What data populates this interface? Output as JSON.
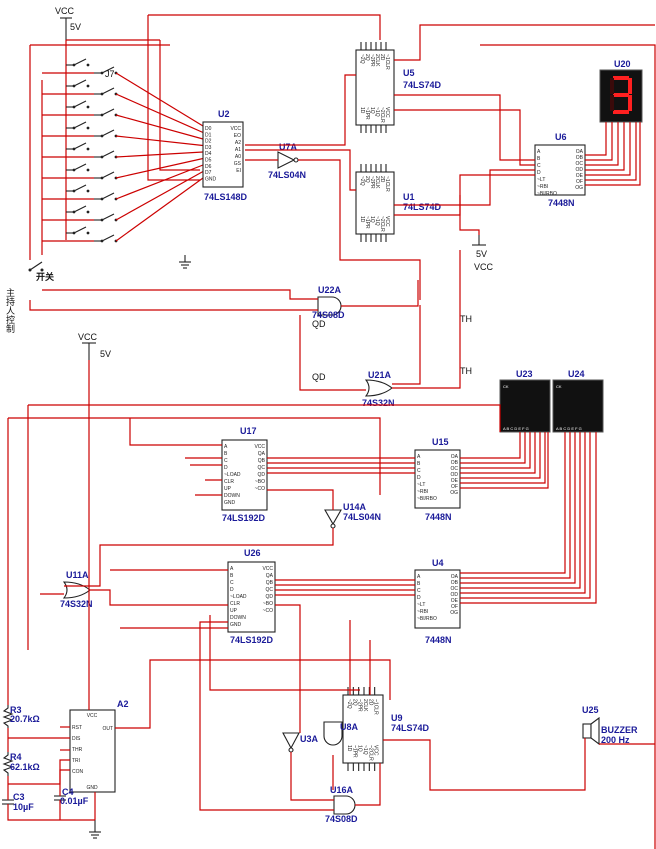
{
  "labels": {
    "vcc_top": "VCC",
    "v5_top": "5V",
    "vcc_mid": "VCC",
    "v5_mid": "5V",
    "v5_right": "5V",
    "vcc_right": "VCC",
    "switch_name": "开关",
    "host_control": "主持人控制",
    "th1": "TH",
    "th2": "TH",
    "qd1": "QD",
    "qd2": "QD"
  },
  "components": {
    "u2": {
      "ref": "U2",
      "part": "74LS148D"
    },
    "u7a": {
      "ref": "U7A",
      "part": "74LS04N"
    },
    "u5": {
      "ref": "U5",
      "part": "74LS74D"
    },
    "u1": {
      "ref": "U1",
      "part": "74LS74D"
    },
    "u6": {
      "ref": "U6",
      "part": "7448N"
    },
    "u20": {
      "ref": "U20",
      "digit": "3"
    },
    "u22a": {
      "ref": "U22A",
      "part": "74S08D"
    },
    "u21a": {
      "ref": "U21A",
      "part": "74S32N"
    },
    "u23": {
      "ref": "U23"
    },
    "u24": {
      "ref": "U24"
    },
    "u17": {
      "ref": "U17",
      "part": "74LS192D"
    },
    "u15": {
      "ref": "U15",
      "part": "7448N"
    },
    "u14a": {
      "ref": "U14A",
      "part": "74LS04N"
    },
    "u11a": {
      "ref": "U11A",
      "part": "74S32N"
    },
    "u26": {
      "ref": "U26",
      "part": "74LS192D"
    },
    "u4": {
      "ref": "U4",
      "part": "7448N"
    },
    "a2": {
      "ref": "A2"
    },
    "u9": {
      "ref": "U9",
      "part": "74LS74D"
    },
    "u8a": {
      "ref": "U8A"
    },
    "u3a": {
      "ref": "U3A"
    },
    "u16a": {
      "ref": "U16A",
      "part": "74S08D"
    },
    "u25": {
      "ref": "U25",
      "part": "BUZZER",
      "freq": "200 Hz"
    },
    "r3": {
      "ref": "R3",
      "value": "20.7kΩ"
    },
    "r4": {
      "ref": "R4",
      "value": "62.1kΩ"
    },
    "c3": {
      "ref": "C3",
      "value": "10µF"
    },
    "c4": {
      "ref": "C4",
      "value": "0.01µF"
    }
  },
  "pins": {
    "u2": {
      "left": [
        "D0",
        "D1",
        "D2",
        "D3",
        "D4",
        "D5",
        "D6",
        "D7",
        "GND"
      ],
      "right": [
        "VCC",
        "EO",
        "A2",
        "A1",
        "A0",
        "GS",
        "EI"
      ]
    },
    "u6": {
      "left": [
        "A",
        "B",
        "C",
        "D",
        "~LT",
        "~RBI",
        "~BI/RBO"
      ],
      "right": [
        "OA",
        "OB",
        "OC",
        "OD",
        "OE",
        "OF",
        "OG"
      ]
    },
    "u192": {
      "left": [
        "A",
        "B",
        "C",
        "D",
        "~LOAD",
        "CLR",
        "UP",
        "DOWN",
        "GND"
      ],
      "right": [
        "VCC",
        "QA",
        "QB",
        "QC",
        "QD",
        "~BO",
        "~CO"
      ]
    },
    "u448": {
      "left": [
        "A",
        "B",
        "C",
        "D",
        "~LT",
        "~RBI",
        "~BI/RBO"
      ],
      "right": [
        "OA",
        "OB",
        "OC",
        "OD",
        "OE",
        "OF",
        "OG"
      ]
    },
    "u555": {
      "left": [
        "RST",
        "DIS",
        "THR",
        "TRI",
        "CON"
      ],
      "top": "VCC",
      "right": "OUT",
      "bottom": "GND"
    },
    "u74": [
      "~2Q",
      "2Q",
      "~2PR",
      "2CLK",
      "2D",
      "~1CLR",
      "1D",
      "~1PR",
      "1Q",
      "~1Q",
      "~2CLR",
      "VCC"
    ]
  }
}
